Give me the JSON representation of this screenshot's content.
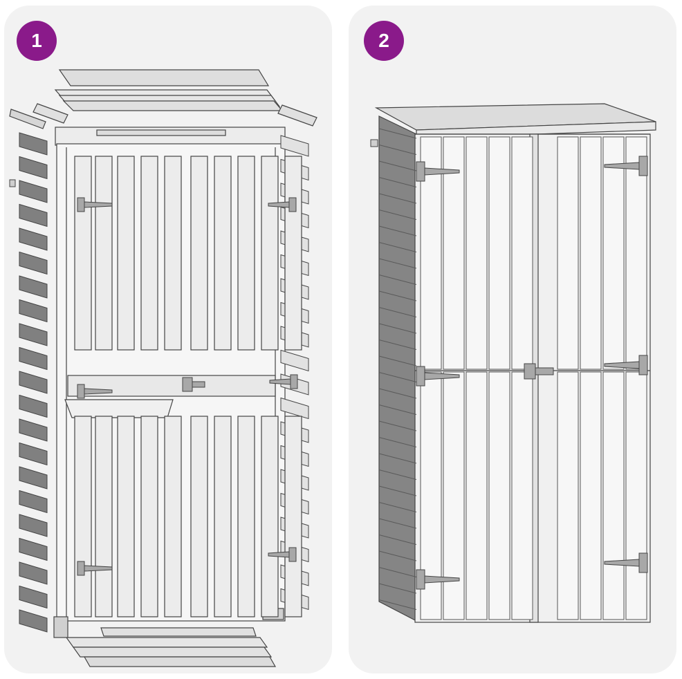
{
  "steps": [
    {
      "number": "1",
      "illustration": "shed-exploded-parts"
    },
    {
      "number": "2",
      "illustration": "shed-assembled"
    }
  ],
  "colors": {
    "badge": "#8a1a8a",
    "panel_background": "#f2f2f2",
    "wood_light": "#e6e6e6",
    "wood_dark": "#808080",
    "outline": "#444444",
    "hinge_metal": "#9a9a9a"
  },
  "icons": [
    "hinge-icon",
    "latch-icon"
  ]
}
